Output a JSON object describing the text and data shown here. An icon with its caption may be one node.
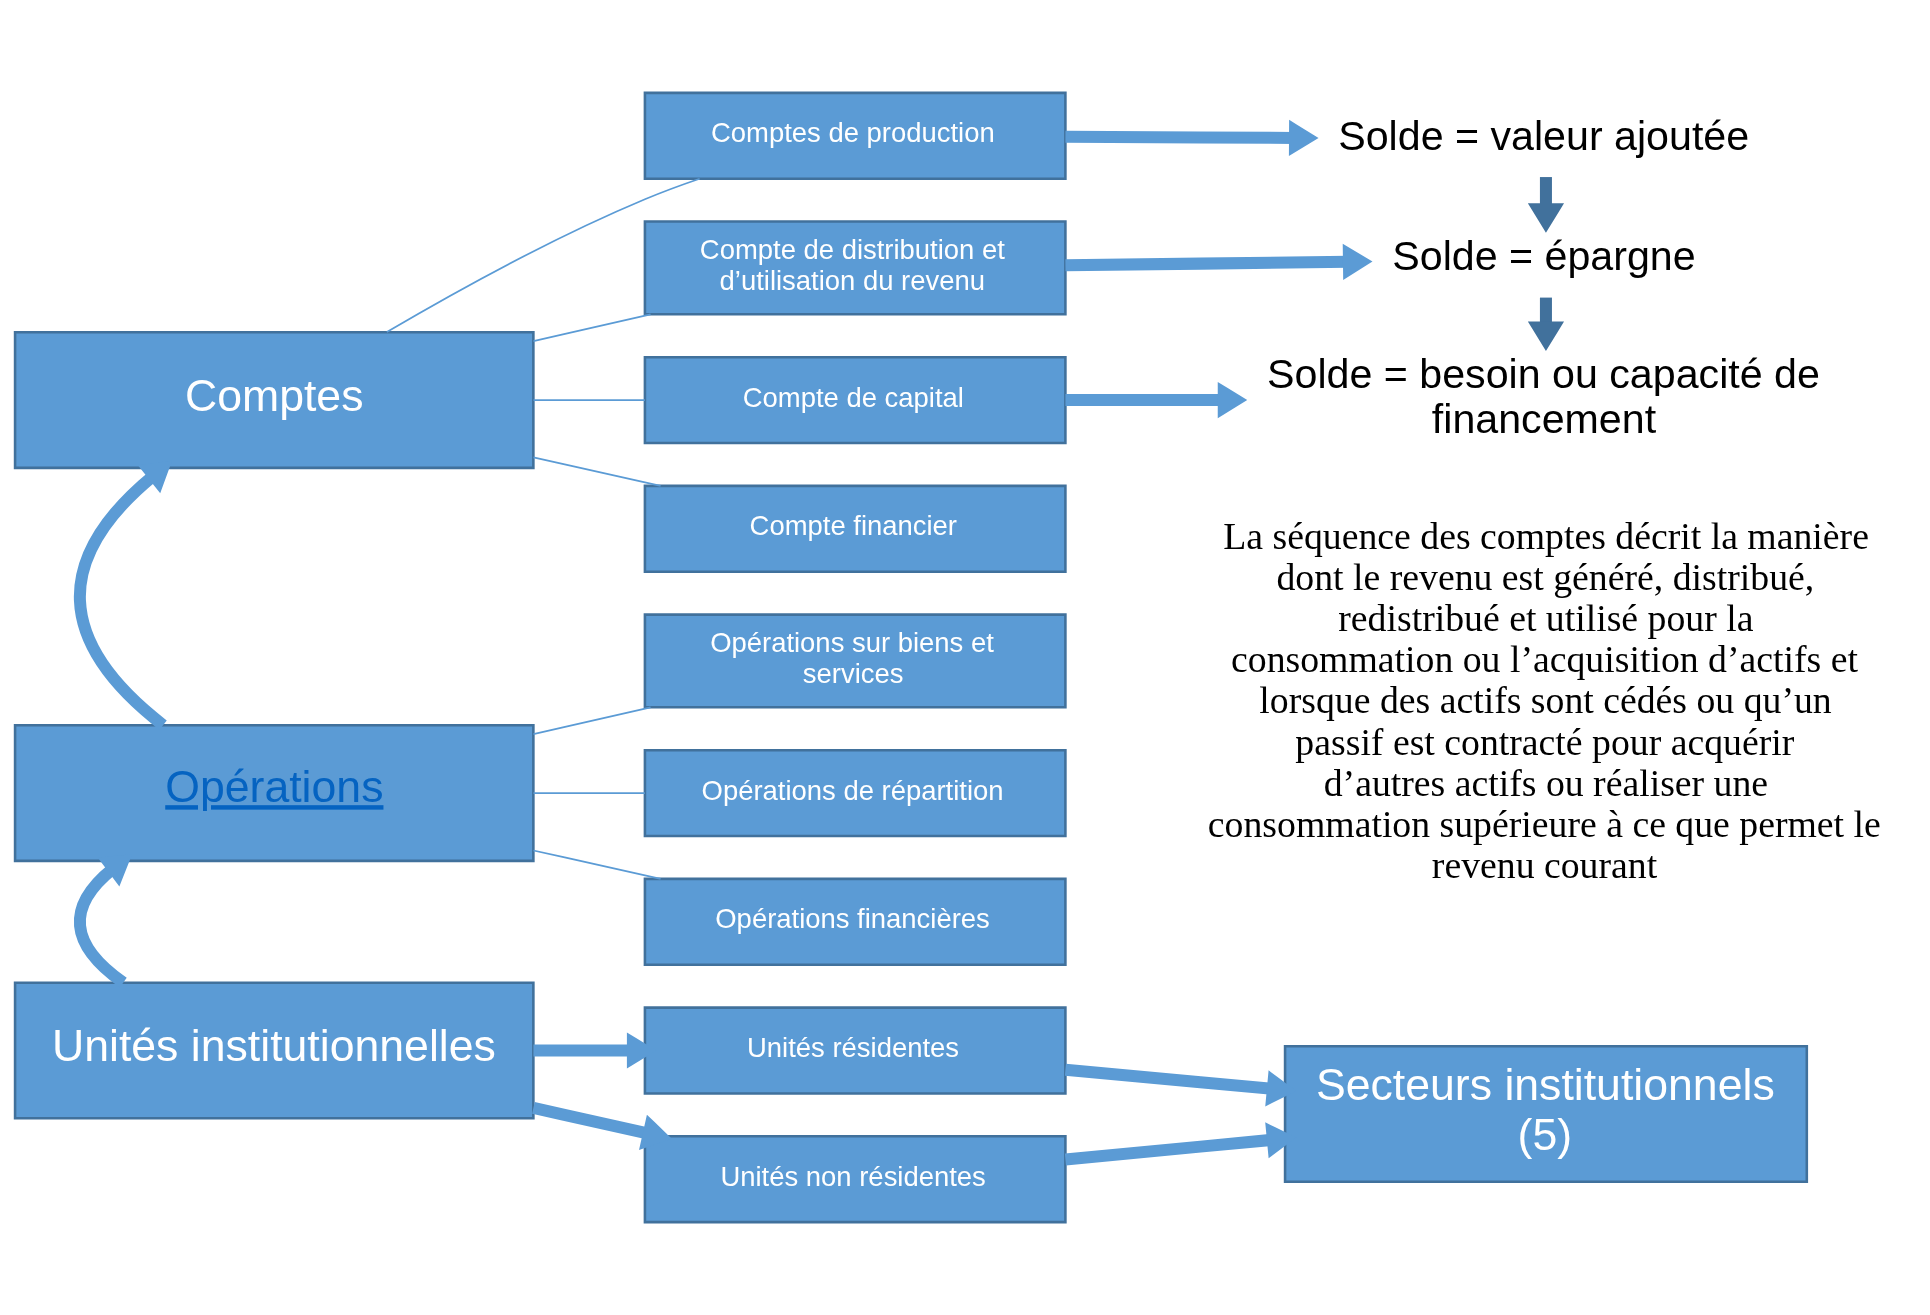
{
  "diagram": {
    "nodes": [
      {
        "text": [
          "Comptes"
        ]
      },
      {
        "text": [
          "Comptes de production"
        ]
      },
      {
        "text": [
          "Compte de distribution et d’utilisation du revenu"
        ]
      },
      {
        "text": [
          "Compte de capital"
        ]
      },
      {
        "text": [
          "Compte financier"
        ]
      },
      {
        "text": [
          "Solde = valeur ajoutée"
        ]
      },
      {
        "text": [
          "Solde = épargne"
        ]
      },
      {
        "text": [
          "Solde = besoin ou capacité de financement"
        ]
      },
      {
        "text": [
          "Opérations"
        ]
      },
      {
        "text": [
          "Opérations sur biens et services"
        ]
      },
      {
        "text": [
          "Opérations de répartition"
        ]
      },
      {
        "text": [
          "Opérations financières"
        ]
      },
      {
        "text": [
          "Unités institutionnelles"
        ]
      },
      {
        "text": [
          "Unités résidentes"
        ]
      },
      {
        "text": [
          "Unités non résidentes"
        ]
      },
      {
        "text": [
          "Secteurs institutionnels (5)"
        ]
      }
    ],
    "edges": [
      {
        "from": 0,
        "to": 1,
        "arrow": "none"
      },
      {
        "from": 0,
        "to": 2,
        "arrow": "none"
      },
      {
        "from": 0,
        "to": 3,
        "arrow": "none"
      },
      {
        "from": 0,
        "to": 4,
        "arrow": "none"
      },
      {
        "from": 1,
        "to": 5,
        "arrow": "to"
      },
      {
        "from": 2,
        "to": 6,
        "arrow": "to"
      },
      {
        "from": 3,
        "to": 7,
        "arrow": "to"
      },
      {
        "from": 5,
        "to": 6,
        "arrow": "to",
        "color": "#41719c"
      },
      {
        "from": 6,
        "to": 7,
        "arrow": "to",
        "color": "#41719c"
      },
      {
        "from": 8,
        "to": 0,
        "arrow": "to"
      },
      {
        "from": 8,
        "to": 9,
        "arrow": "none"
      },
      {
        "from": 8,
        "to": 10,
        "arrow": "none"
      },
      {
        "from": 8,
        "to": 11,
        "arrow": "none"
      },
      {
        "from": 12,
        "to": 8,
        "arrow": "to"
      },
      {
        "from": 12,
        "to": 13,
        "arrow": "to"
      },
      {
        "from": 12,
        "to": 14,
        "arrow": "to"
      },
      {
        "from": 13,
        "to": 15,
        "arrow": "to"
      },
      {
        "from": 14,
        "to": 15,
        "arrow": "to"
      }
    ],
    "labels": [
      "La séquence des comptes décrit la manière dont le revenu est généré, distribué, redistribué et utilisé pour la consommation ou l’acquisition d’actifs et lorsque des actifs sont cédés ou qu’un passif est contracté pour acquérir d’autres actifs ou réaliser une consommation supérieure à ce que permet le revenu courant"
    ]
  }
}
